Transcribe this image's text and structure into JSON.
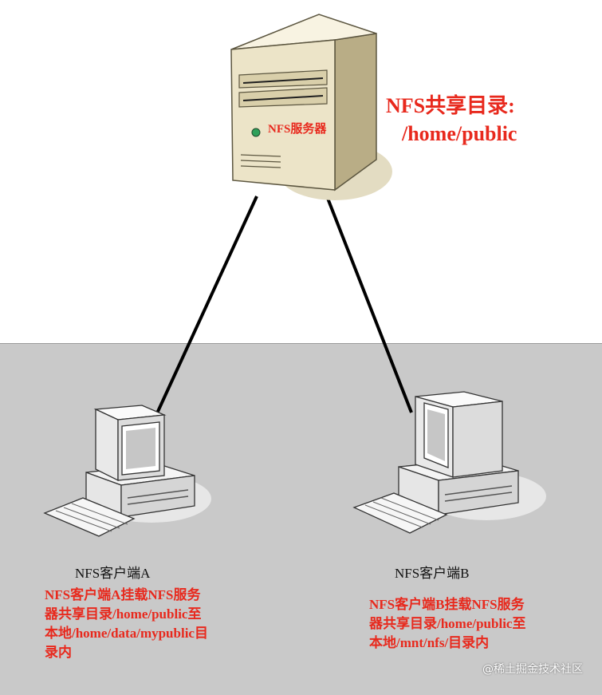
{
  "server": {
    "label": "NFS服务器",
    "share_title": "NFS共享目录:",
    "share_path": "/home/public"
  },
  "client_a": {
    "name": "NFS客户端A",
    "description_lines": [
      "NFS客户端A挂载NFS服务",
      "器共享目录/home/public至",
      "本地/home/data/mypublic目",
      "录内"
    ]
  },
  "client_b": {
    "name": "NFS客户端B",
    "description_lines": [
      "NFS客户端B挂载NFS服务",
      "器共享目录/home/public至",
      "本地/mnt/nfs/目录内"
    ]
  },
  "watermark": "@稀土掘金技术社区",
  "colors": {
    "annotation_red": "#e8291d",
    "band_gray": "#c9c9c9",
    "server_beige": "#efe7cc"
  }
}
